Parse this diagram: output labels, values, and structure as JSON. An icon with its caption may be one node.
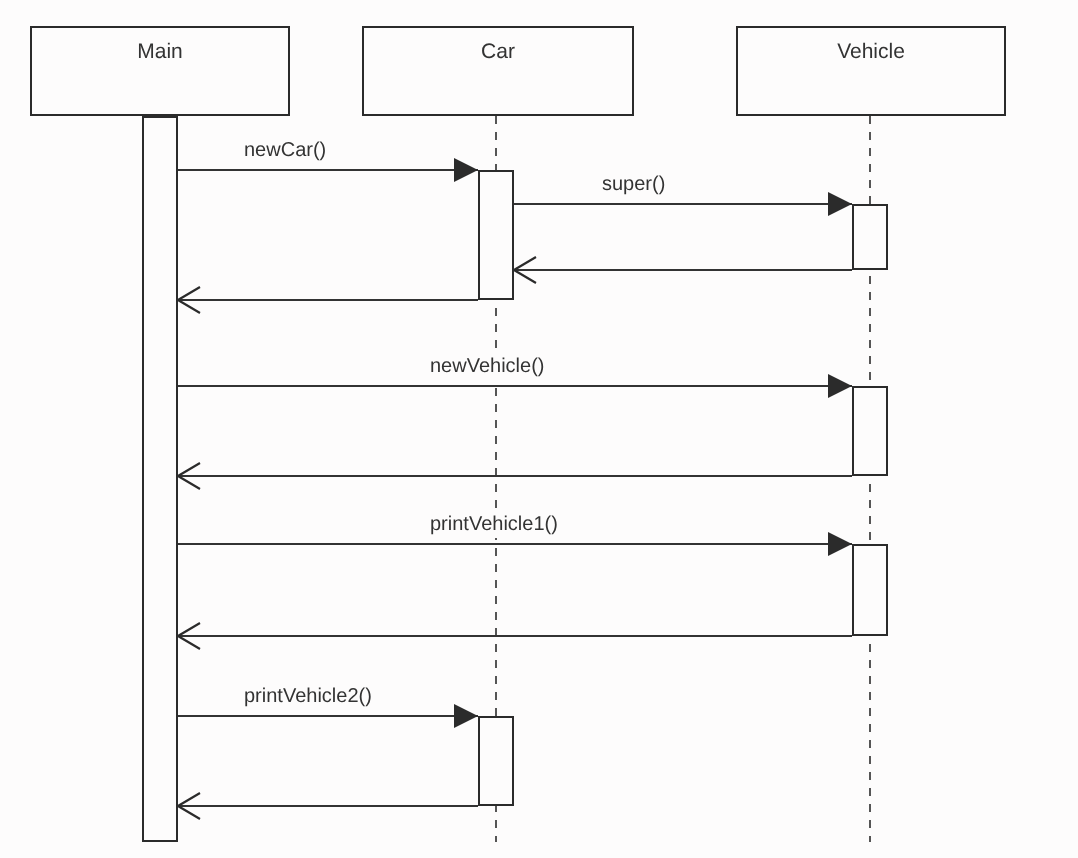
{
  "diagram": {
    "nodes": [
      {
        "text": [
          "Main"
        ]
      },
      {
        "text": [
          "Car"
        ]
      },
      {
        "text": [
          "Vehicle"
        ]
      },
      {
        "text": [],
        "shape": "bar"
      },
      {
        "text": [],
        "shape": "bar"
      },
      {
        "text": [],
        "shape": "bar"
      },
      {
        "text": [],
        "shape": "bar"
      },
      {
        "text": [],
        "shape": "bar"
      },
      {
        "text": [],
        "shape": "bar"
      }
    ],
    "edges": [
      {
        "from": 3,
        "to": 4,
        "arrow": "to",
        "label": "newCar()"
      },
      {
        "from": 4,
        "to": 5,
        "arrow": "to",
        "label": "super()"
      },
      {
        "from": 5,
        "to": 4,
        "arrow": "to"
      },
      {
        "from": 4,
        "to": 3,
        "arrow": "to"
      },
      {
        "from": 3,
        "to": 6,
        "arrow": "to",
        "label": "newVehicle()"
      },
      {
        "from": 6,
        "to": 3,
        "arrow": "to"
      },
      {
        "from": 3,
        "to": 7,
        "arrow": "to",
        "label": "printVehicle1()"
      },
      {
        "from": 7,
        "to": 3,
        "arrow": "to"
      },
      {
        "from": 3,
        "to": 8,
        "arrow": "to",
        "label": "printVehicle2()"
      },
      {
        "from": 8,
        "to": 3,
        "arrow": "to"
      }
    ]
  }
}
